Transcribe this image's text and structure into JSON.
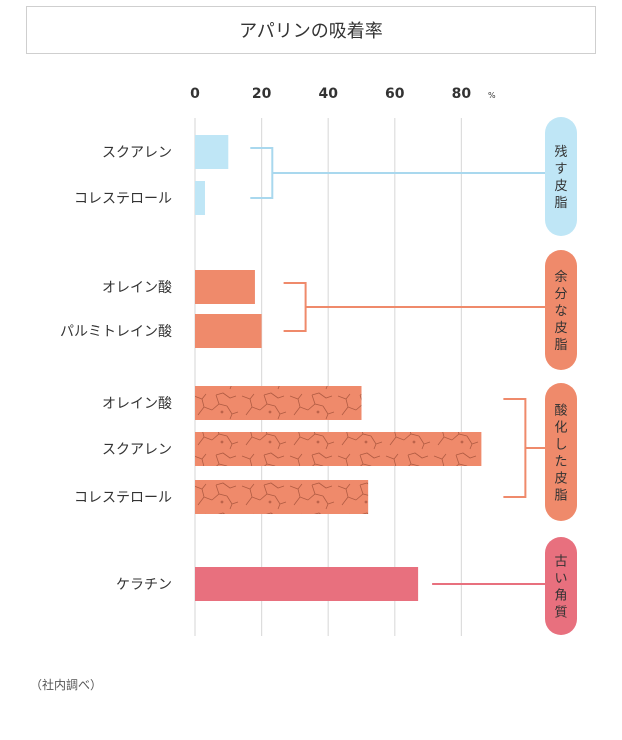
{
  "title": "アパリンの吸着率",
  "note": "（社内調べ）",
  "colors": {
    "light_blue": "#bfe6f6",
    "light_blue_line": "#a9d8ee",
    "orange": "#ef8a6b",
    "orange_line": "#ef8a6b",
    "pink": "#e8707e",
    "pink_line": "#e8707e",
    "grid": "#dddddd"
  },
  "chart_data": {
    "type": "bar",
    "orientation": "horizontal",
    "title": "アパリンの吸着率",
    "unit": "%",
    "xlim": [
      0,
      100
    ],
    "ticks": [
      0,
      20,
      40,
      60,
      80
    ],
    "groups": [
      {
        "label": "残す皮脂",
        "color": "light_blue",
        "texture": false,
        "bars": [
          {
            "category": "スクアレン",
            "value": 10
          },
          {
            "category": "コレステロール",
            "value": 3
          }
        ]
      },
      {
        "label": "余分な皮脂",
        "color": "orange",
        "texture": false,
        "bars": [
          {
            "category": "オレイン酸",
            "value": 18
          },
          {
            "category": "パルミトレイン酸",
            "value": 20
          }
        ]
      },
      {
        "label": "酸化した皮脂",
        "color": "orange",
        "texture": true,
        "bars": [
          {
            "category": "オレイン酸",
            "value": 50
          },
          {
            "category": "スクアレン",
            "value": 86
          },
          {
            "category": "コレステロール",
            "value": 52
          }
        ]
      },
      {
        "label": "古い角質",
        "color": "pink",
        "texture": false,
        "bars": [
          {
            "category": "ケラチン",
            "value": 67
          }
        ]
      }
    ]
  }
}
